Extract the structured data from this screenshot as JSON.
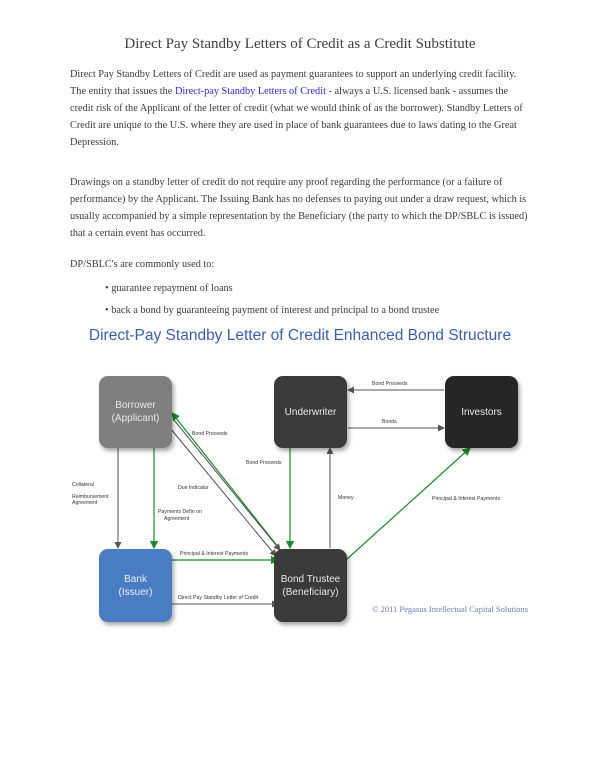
{
  "title": "Direct Pay Standby Letters of Credit as a Credit Substitute",
  "paragraph1": {
    "before": "Direct Pay Standby Letters of Credit are used as payment guarantees to support an underlying credit facility. The entity that issues the ",
    "link": "Direct-pay Standby Letters of Credit",
    "after": "  - always a U.S. licensed bank - assumes the credit risk of the Applicant of the letter of credit (what we would think of as the borrower). Standby Letters of Credit are unique to the U.S. where they are used in place of bank guarantees due to laws dating to the Great Depression."
  },
  "paragraph2": "Drawings on a standby letter of credit do not require any proof regarding the performance (or a failure of performance) by the Applicant. The Issuing Bank has no defenses to paying out under a draw request, which is usually accompanied by a simple representation by the Beneficiary (the party to which the DP/SBLC is issued) that a certain event has occurred.",
  "paragraph3": "DP/SBLC's are commonly used to:",
  "bullets": [
    "guarantee repayment of loans",
    "back a bond by guaranteeing payment of interest and principal to a bond trustee"
  ],
  "diagram": {
    "title": "Direct-Pay Standby Letter of Credit Enhanced Bond Structure",
    "boxes": {
      "borrower": {
        "line1": "Borrower",
        "line2": "(Applicant)",
        "color": "#7f7f7f"
      },
      "underwriter": {
        "line1": "Underwriter",
        "color": "#3a3a3a"
      },
      "investors": {
        "line1": "Investors",
        "color": "#262626"
      },
      "bank": {
        "line1": "Bank",
        "line2": "(Issuer)",
        "color": "#4a7cc4"
      },
      "trustee": {
        "line1": "Bond Trustee",
        "line2": "(Beneficiary)",
        "color": "#3a3a3a"
      }
    },
    "labels": {
      "bond_proceeds_top": "Bond Proceeds",
      "bonds": "Bonds",
      "bond_proceeds_mid": "Bond Proceeds",
      "bond_proceeds_left": "Bond Proceeds",
      "collateral": "Collateral",
      "reimbursement": "Reimbursement",
      "agreement": "Agreement",
      "due_indicator": "Due Indicator",
      "payments_on": "Payments Defin on",
      "agreement2": "Agreement",
      "money": "Money",
      "interest_payments": "Principal & Interest Payments",
      "principal_interest": "Principal & Interest Payments",
      "direct_pay": "Direct Pay Standby Letter of Credit",
      "copyright": "© 2011 Pegasus Intellectual Capital Solutions"
    },
    "arrow_colors": {
      "green": "#1a8a2a",
      "gray": "#555555"
    }
  }
}
